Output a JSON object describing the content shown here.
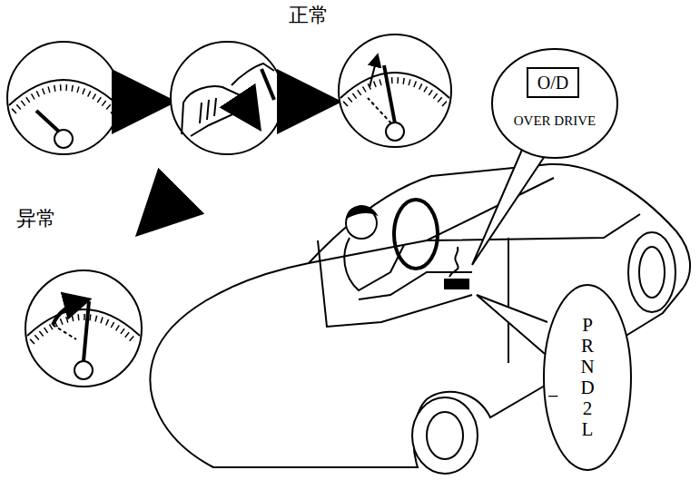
{
  "diagram": {
    "nodes": [
      {
        "text": [
          "OVER DRIVE"
        ]
      },
      {
        "text": [
          "O/D"
        ],
        "in": 0
      },
      {
        "text": [
          "P R N D 2 L"
        ]
      }
    ],
    "labels": [
      "正常",
      "异常",
      "−"
    ]
  }
}
